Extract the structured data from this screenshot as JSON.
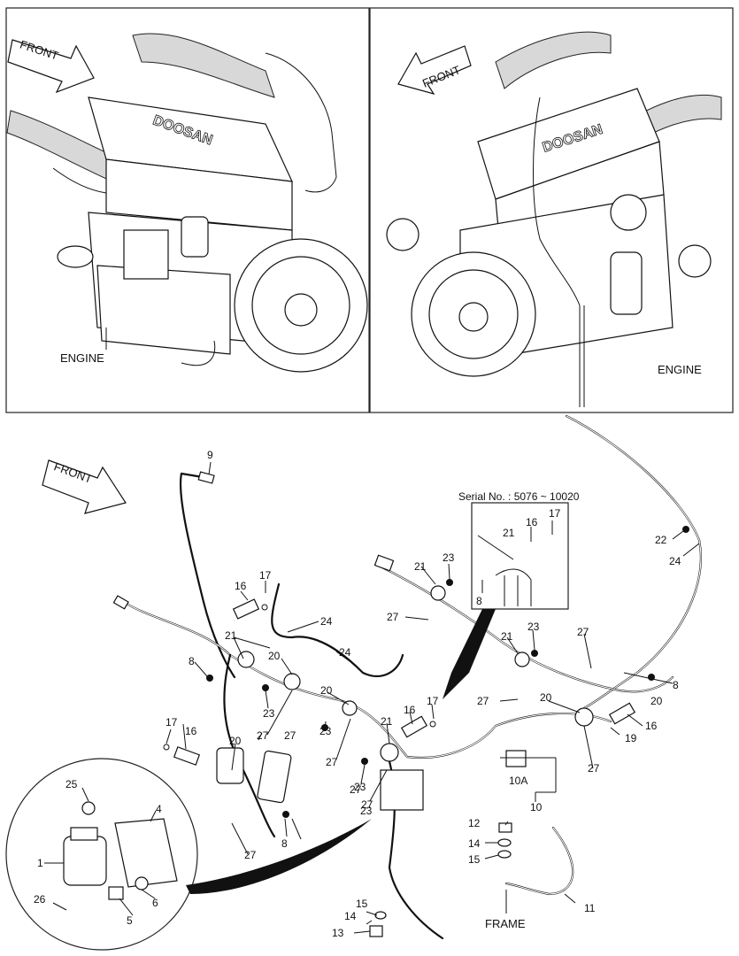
{
  "panels": {
    "left": {
      "label": "ENGINE",
      "front": "FRONT"
    },
    "right": {
      "label": "ENGINE",
      "front": "FRONT"
    }
  },
  "main": {
    "front": "FRONT",
    "serial_note": "Serial No. : 5076 ~ 10020",
    "frame_label": "FRAME",
    "callouts": {
      "c1": "1",
      "c4": "4",
      "c5": "5",
      "c6": "6",
      "c8a": "8",
      "c8b": "8",
      "c8c": "8",
      "c8d": "8",
      "c9": "9",
      "c10": "10",
      "c10a": "10A",
      "c11": "11",
      "c12": "12",
      "c13": "13",
      "c14a": "14",
      "c14b": "14",
      "c15a": "15",
      "c15b": "15",
      "c16a": "16",
      "c16b": "16",
      "c16c": "16",
      "c16d": "16",
      "c16e": "16",
      "c17a": "17",
      "c17b": "17",
      "c17c": "17",
      "c17d": "17",
      "c19": "19",
      "c20a": "20",
      "c20b": "20",
      "c20c": "20",
      "c20d": "20",
      "c20e": "20",
      "c21a": "21",
      "c21b": "21",
      "c21c": "21",
      "c21d": "21",
      "c21e": "21",
      "c22": "22",
      "c23a": "23",
      "c23b": "23",
      "c23c": "23",
      "c23d": "23",
      "c23e": "23",
      "c23f": "23",
      "c24a": "24",
      "c24b": "24",
      "c24c": "24",
      "c25": "25",
      "c26": "26",
      "c27a": "27",
      "c27b": "27",
      "c27c": "27",
      "c27d": "27",
      "c27e": "27",
      "c27f": "27",
      "c27g": "27",
      "c27h": "27",
      "c27i": "27",
      "c27j": "27"
    }
  }
}
